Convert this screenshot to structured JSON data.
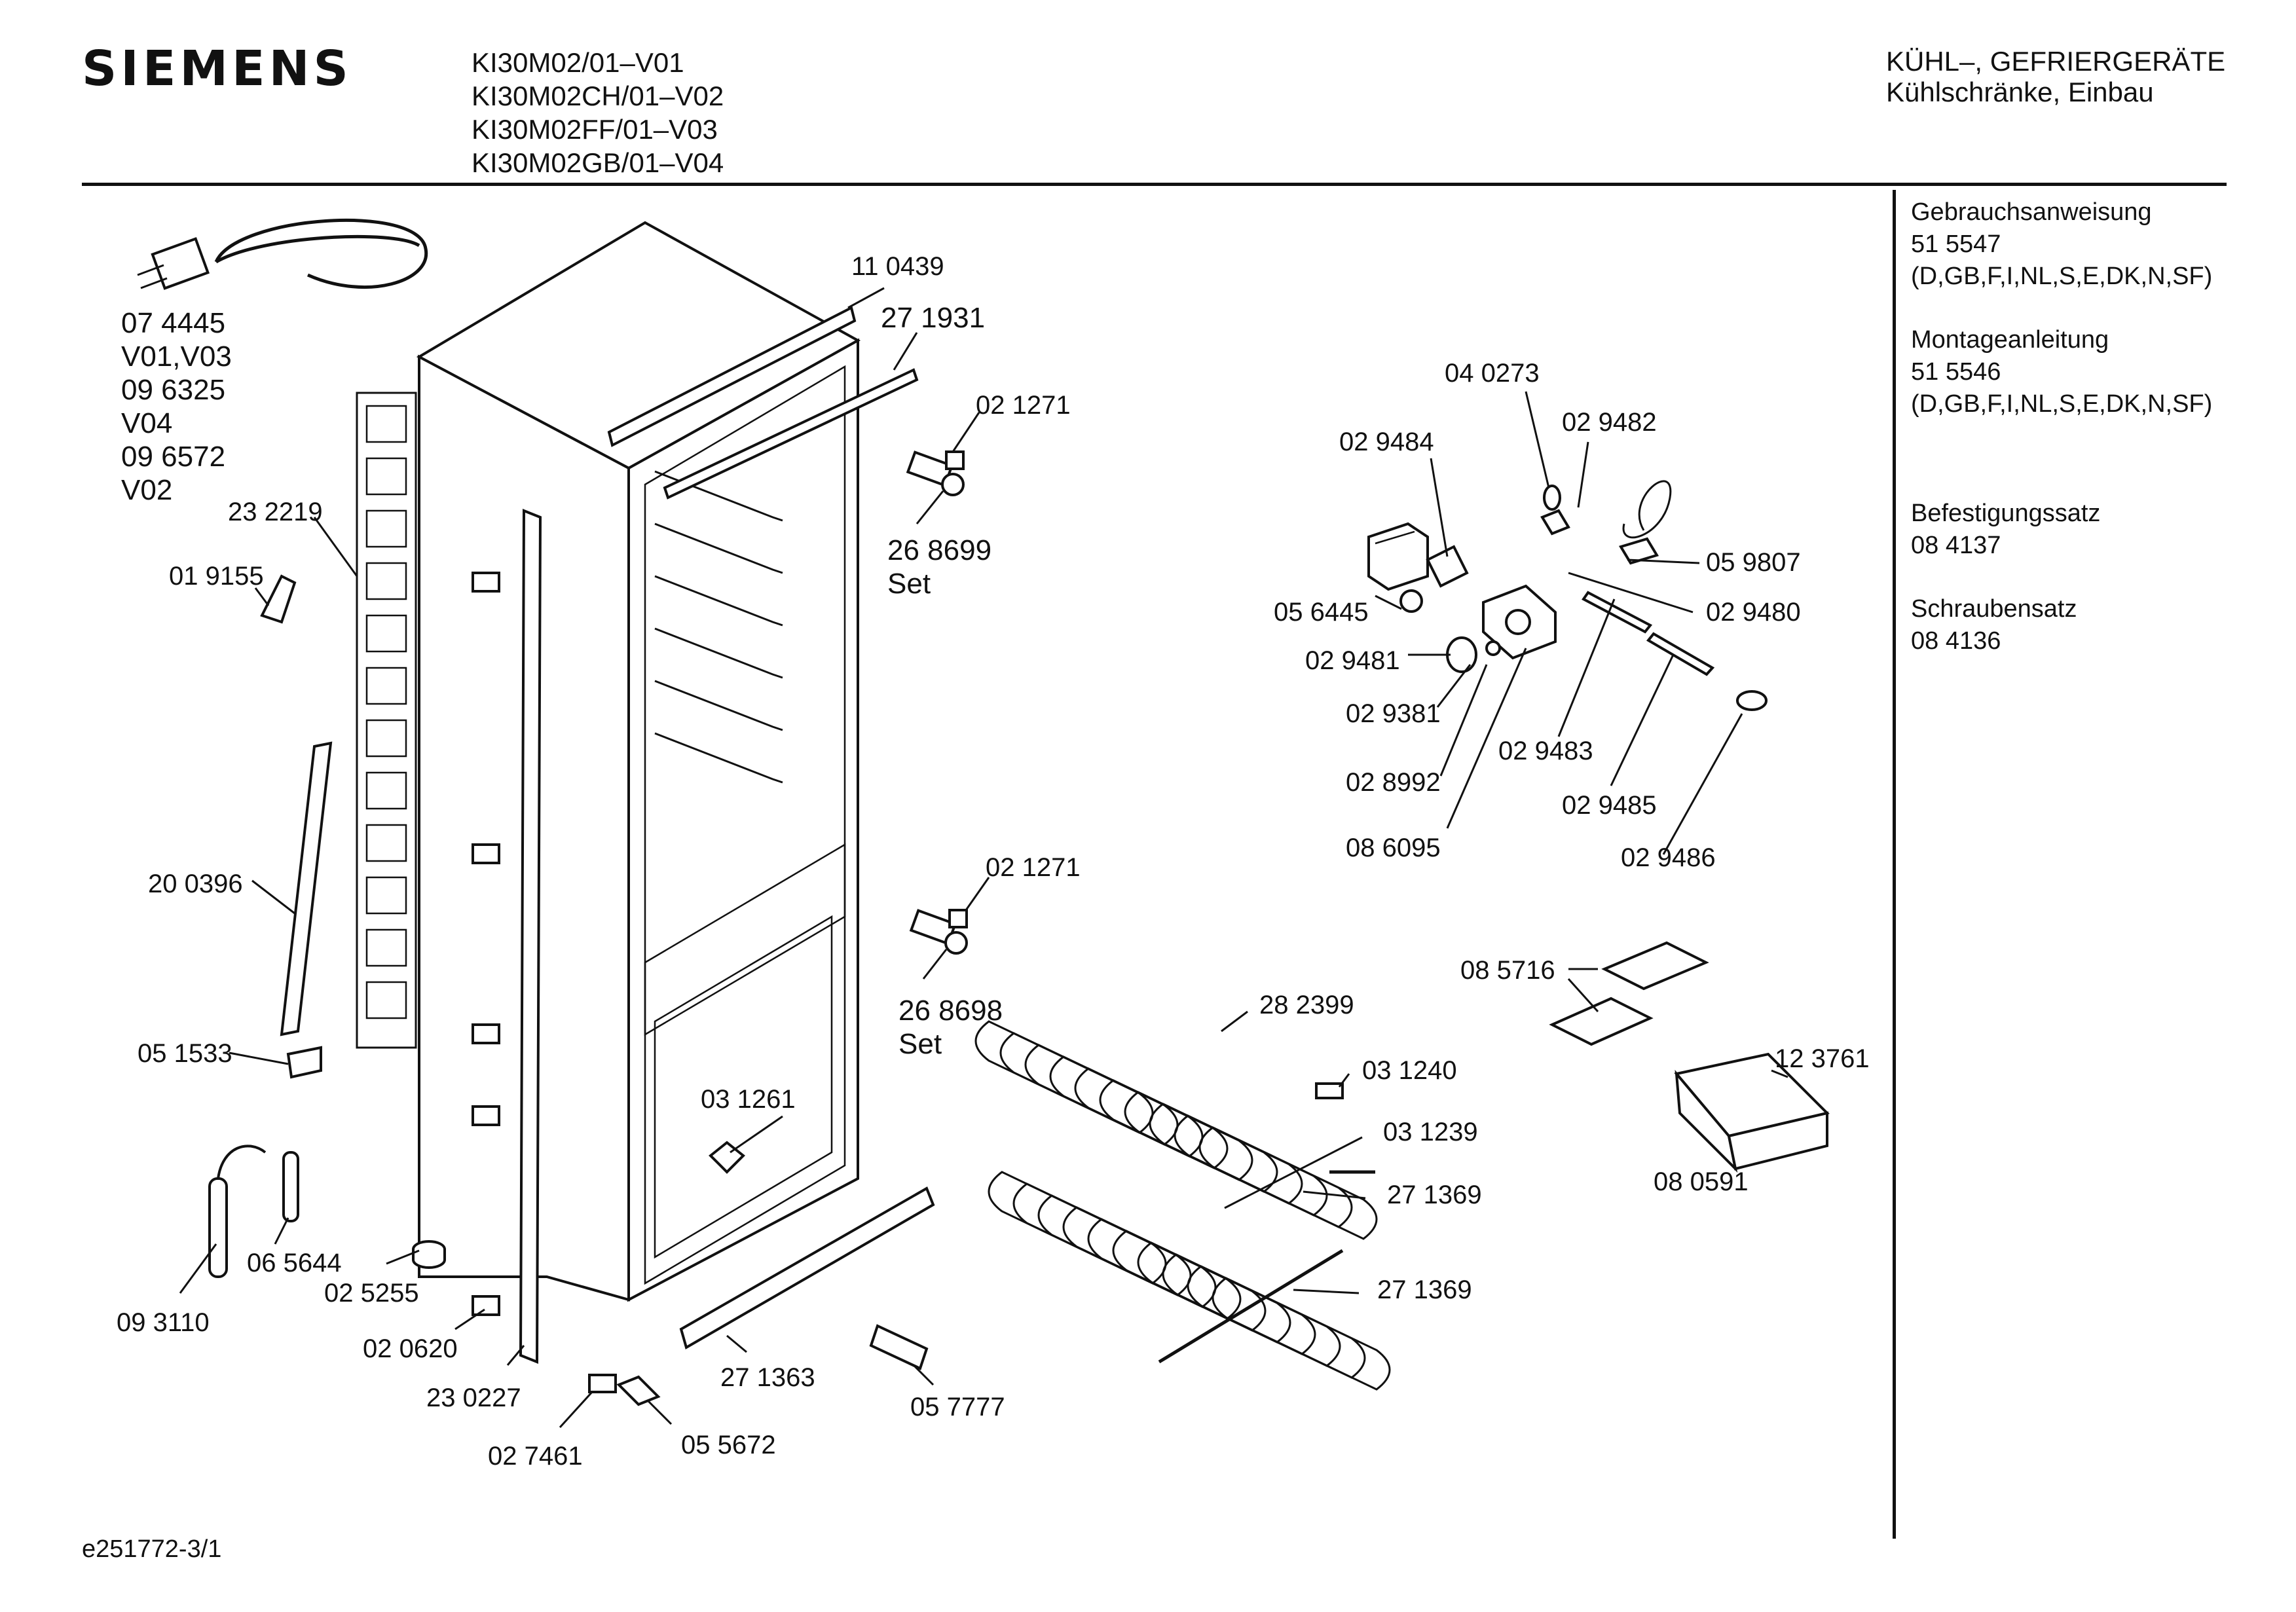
{
  "header": {
    "brand": "SIEMENS",
    "models": [
      "KI30M02/01–V01",
      "KI30M02CH/01–V02",
      "KI30M02FF/01–V03",
      "KI30M02GB/01–V04"
    ],
    "category_line1": "KÜHL–, GEFRIERGERÄTE",
    "category_line2": "Kühlschränke, Einbau"
  },
  "documents": [
    {
      "title": "Gebrauchsanweisung",
      "number": "51 5547",
      "languages": "(D,GB,F,I,NL,S,E,DK,N,SF)"
    },
    {
      "title": "Montageanleitung",
      "number": "51 5546",
      "languages": "(D,GB,F,I,NL,S,E,DK,N,SF)"
    },
    {
      "title": "Befestigungssatz",
      "number": "08 4137"
    },
    {
      "title": "Schraubensatz",
      "number": "08 4136"
    }
  ],
  "cord_labels": [
    "07 4445",
    "V01,V03",
    "09 6325",
    "V04",
    "09 6572",
    "V02"
  ],
  "part_labels": {
    "p232219": "23 2219",
    "p019155": "01 9155",
    "p200396": "20 0396",
    "p051533": "05 1533",
    "p093110": "09 3110",
    "p065644": "06 5644",
    "p025255": "02 5255",
    "p020620": "02 0620",
    "p230227": "23 0227",
    "p027461": "02 7461",
    "p055672": "05 5672",
    "p271363": "27 1363",
    "p057777": "05 7777",
    "p031261": "03 1261",
    "p110439": "11 0439",
    "p271931": "27 1931",
    "p021271a": "02 1271",
    "p268699": "26 8699",
    "set_a": "Set",
    "p021271b": "02 1271",
    "p268698": "26 8698",
    "set_b": "Set",
    "p282399": "28 2399",
    "p031240": "03 1240",
    "p031239": "03 1239",
    "p271369a": "27 1369",
    "p271369b": "27 1369",
    "p040273": "04 0273",
    "p029484": "02 9484",
    "p029482": "02 9482",
    "p059807": "05 9807",
    "p056445": "05 6445",
    "p029480": "02 9480",
    "p029481": "02 9481",
    "p029381": "02 9381",
    "p029483": "02 9483",
    "p028992": "02 8992",
    "p029485": "02 9485",
    "p086095": "08 6095",
    "p029486": "02 9486",
    "p085716": "08 5716",
    "p123761": "12 3761",
    "p080591": "08 0591"
  },
  "footer": "e251772-3/1"
}
